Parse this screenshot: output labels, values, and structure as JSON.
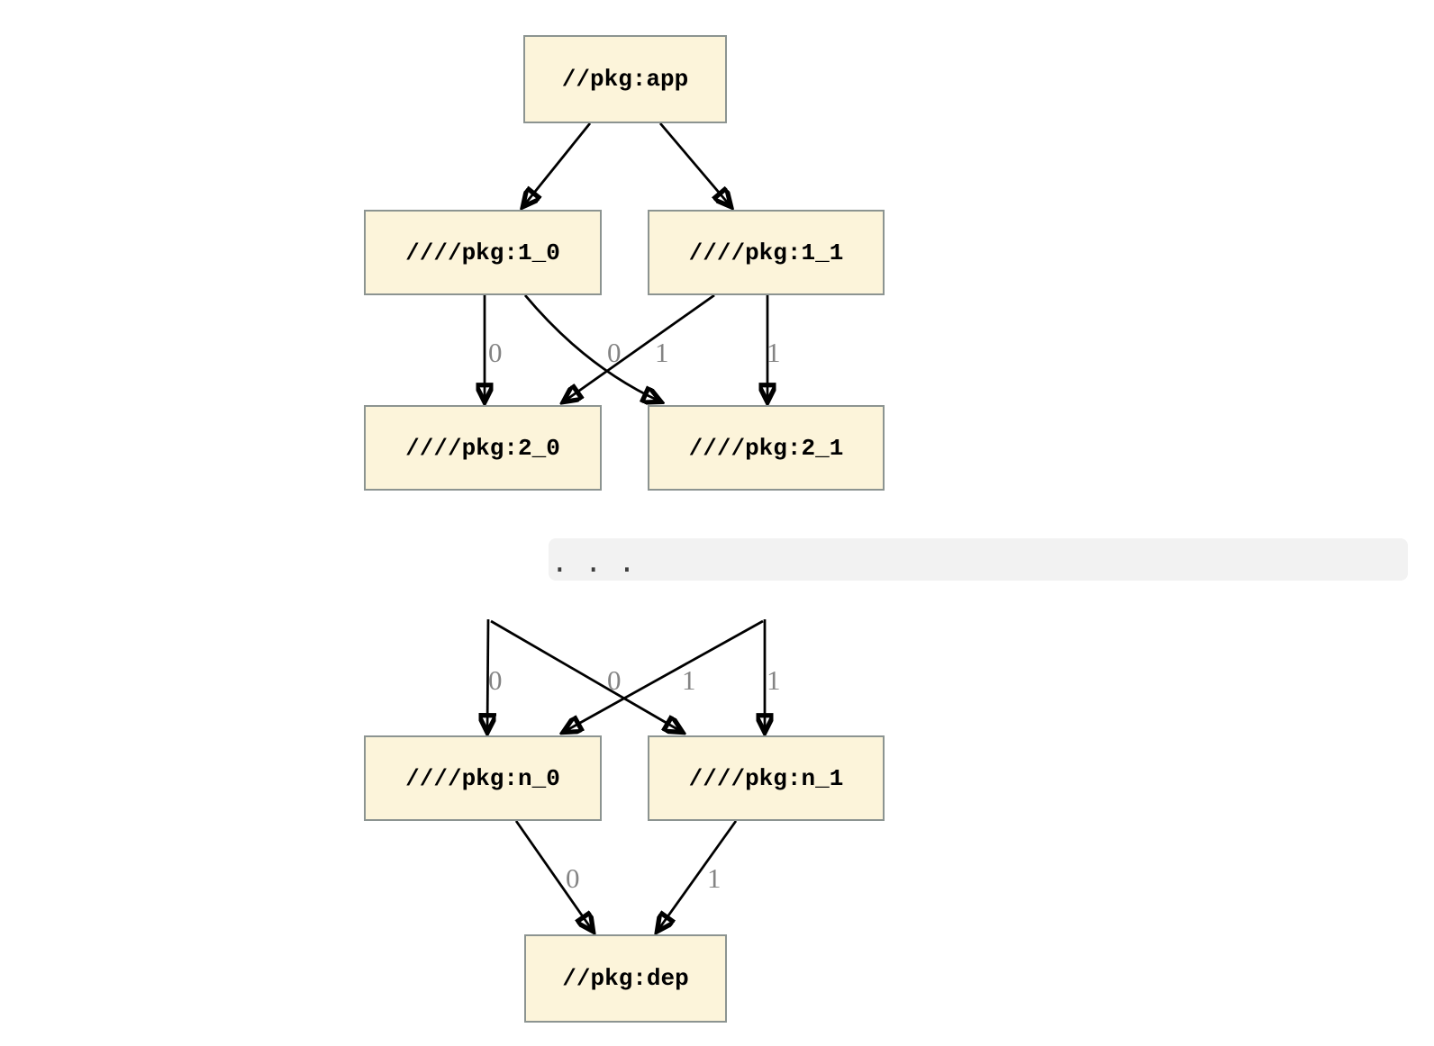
{
  "diagram": {
    "nodes": {
      "app": {
        "label": "//pkg:app"
      },
      "l1_0": {
        "label": "////pkg:1_0"
      },
      "l1_1": {
        "label": "////pkg:1_1"
      },
      "l2_0": {
        "label": "////pkg:2_0"
      },
      "l2_1": {
        "label": "////pkg:2_1"
      },
      "ln_0": {
        "label": "////pkg:n_0"
      },
      "ln_1": {
        "label": "////pkg:n_1"
      },
      "dep": {
        "label": "//pkg:dep"
      }
    },
    "ellipsis": ". . .",
    "edge_labels": {
      "r1_left": "0",
      "r1_mid0": "0",
      "r1_mid1": "1",
      "r1_right": "1",
      "rn_left": "0",
      "rn_mid0": "0",
      "rn_mid1": "1",
      "rn_right": "1",
      "dep_left": "0",
      "dep_right": "1"
    },
    "edges": [
      {
        "from": "//pkg:app",
        "to": "////pkg:1_0",
        "label": ""
      },
      {
        "from": "//pkg:app",
        "to": "////pkg:1_1",
        "label": ""
      },
      {
        "from": "////pkg:1_0",
        "to": "////pkg:2_0",
        "label": "0"
      },
      {
        "from": "////pkg:1_0",
        "to": "////pkg:2_1",
        "label": "1"
      },
      {
        "from": "////pkg:1_1",
        "to": "////pkg:2_0",
        "label": "0"
      },
      {
        "from": "////pkg:1_1",
        "to": "////pkg:2_1",
        "label": "1"
      },
      {
        "from": "…",
        "to": "////pkg:n_0",
        "label": "0"
      },
      {
        "from": "…",
        "to": "////pkg:n_1",
        "label": "1"
      },
      {
        "from": "////pkg:n_0",
        "to": "//pkg:dep",
        "label": "0"
      },
      {
        "from": "////pkg:n_1",
        "to": "//pkg:dep",
        "label": "1"
      }
    ]
  },
  "colors": {
    "background": "#FFFFFF",
    "node_fill": "#FCF4DA",
    "node_border": "#8C9491",
    "node_text": "#000000",
    "edge": "#000000",
    "edge_label": "#848484",
    "band_bg": "#F2F2F2",
    "ellipsis_dots": "#3D3D3D"
  }
}
